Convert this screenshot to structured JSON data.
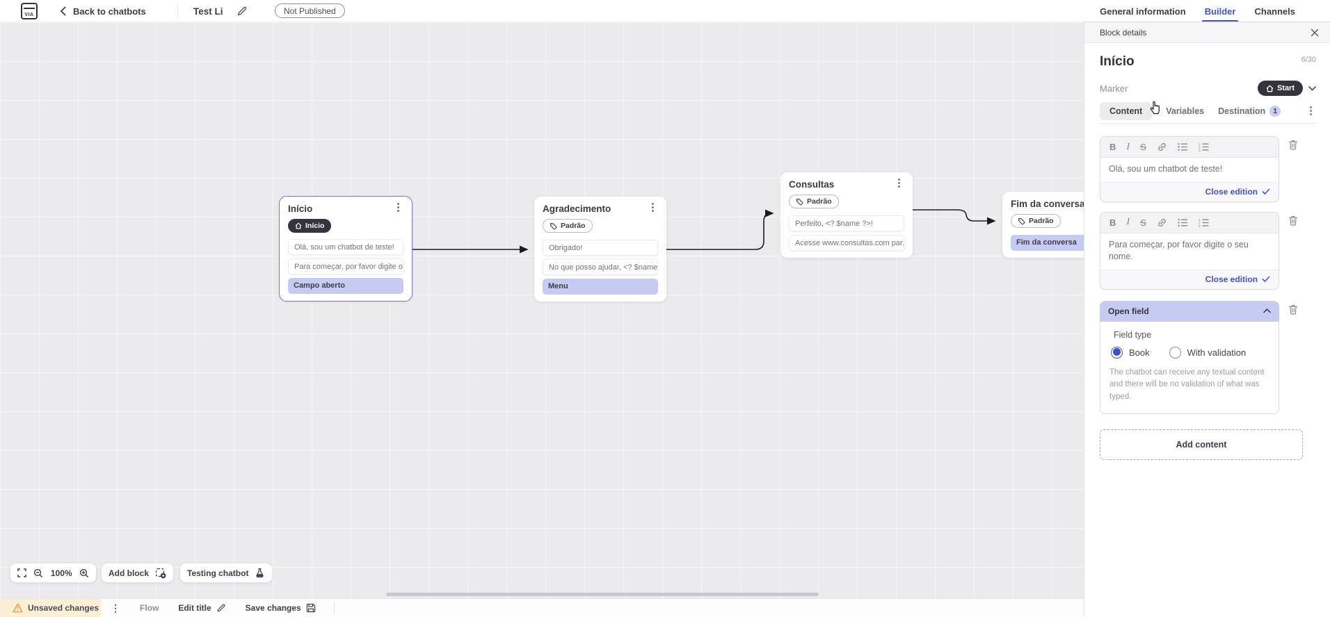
{
  "topbar": {
    "logo": "VIA",
    "back_label": "Back to chatbots",
    "title": "Test Li",
    "status_badge": "Not Published",
    "tabs": [
      {
        "label": "General information",
        "active": false
      },
      {
        "label": "Builder",
        "active": true
      },
      {
        "label": "Channels",
        "active": false
      }
    ]
  },
  "canvas": {
    "blocks": [
      {
        "title": "Início",
        "marker": "Início",
        "selected": true,
        "rows": [
          {
            "text": "Olá, sou um chatbot de teste!",
            "variant": "message"
          },
          {
            "text": "Para começar, por favor digite o ...",
            "variant": "message"
          },
          {
            "text": "Campo aberto",
            "variant": "action"
          }
        ]
      },
      {
        "title": "Agradecimento",
        "tag": "Padrão",
        "rows": [
          {
            "text": "Obrigado!",
            "variant": "message"
          },
          {
            "text": "No que posso ajudar, <? $name ...",
            "variant": "message"
          },
          {
            "text": "Menu",
            "variant": "action"
          }
        ]
      },
      {
        "title": "Consultas",
        "tag": "Padrão",
        "rows": [
          {
            "text": "Perfeito, <? $name ?>!",
            "variant": "message"
          },
          {
            "text": "Acesse www.consultas.com par...",
            "variant": "message"
          }
        ]
      },
      {
        "title": "Fim da conversa",
        "tag": "Padrão",
        "rows": [
          {
            "text": "Fim da conversa",
            "variant": "action"
          }
        ]
      }
    ],
    "controls": {
      "zoom_level": "100%",
      "add_block": "Add block",
      "testing": "Testing chatbot"
    }
  },
  "panel": {
    "header": "Block details",
    "title": "Início",
    "counter": "6/30",
    "marker_label": "Marker",
    "marker_value": "Start",
    "tabs": [
      {
        "label": "Content",
        "active": true
      },
      {
        "label": "Variables",
        "active": false
      },
      {
        "label": "Destination",
        "badge": "1",
        "active": false
      }
    ],
    "editors": [
      {
        "text": "Olá, sou um chatbot de teste!",
        "close_label": "Close edition"
      },
      {
        "text": "Para começar, por favor digite o seu nome.",
        "close_label": "Close edition"
      }
    ],
    "open_field": {
      "title": "Open field",
      "field_type_label": "Field type",
      "options": [
        {
          "label": "Book",
          "selected": true
        },
        {
          "label": "With validation",
          "selected": false
        }
      ],
      "help": "The chatbot can receive any textual content and there will be no validation of what was typed."
    },
    "add_content": "Add content"
  },
  "statusbar": {
    "unsaved": "Unsaved changes",
    "flow": "Flow",
    "edit_title": "Edit title",
    "save": "Save changes"
  },
  "icons": [
    "back-chevron-icon",
    "edit-pencil-icon",
    "home-icon",
    "tag-icon",
    "kebab-menu-icon",
    "close-icon",
    "chevron-down-icon",
    "chevron-up-icon",
    "bold-icon",
    "italic-icon",
    "strikethrough-icon",
    "link-icon",
    "bullet-list-icon",
    "numbered-list-icon",
    "trash-icon",
    "check-icon",
    "fullscreen-icon",
    "zoom-out-icon",
    "zoom-in-icon",
    "add-block-icon",
    "flask-icon",
    "warning-icon",
    "save-icon",
    "hand-cursor-icon"
  ],
  "colors": {
    "accent": "#4353c8",
    "lavender": "#c6cbf1",
    "dark_pill": "#35343e",
    "selected_border": "#7b72e0",
    "warning_bg": "#fbf0d7",
    "warning_icon": "#e7a53c"
  }
}
